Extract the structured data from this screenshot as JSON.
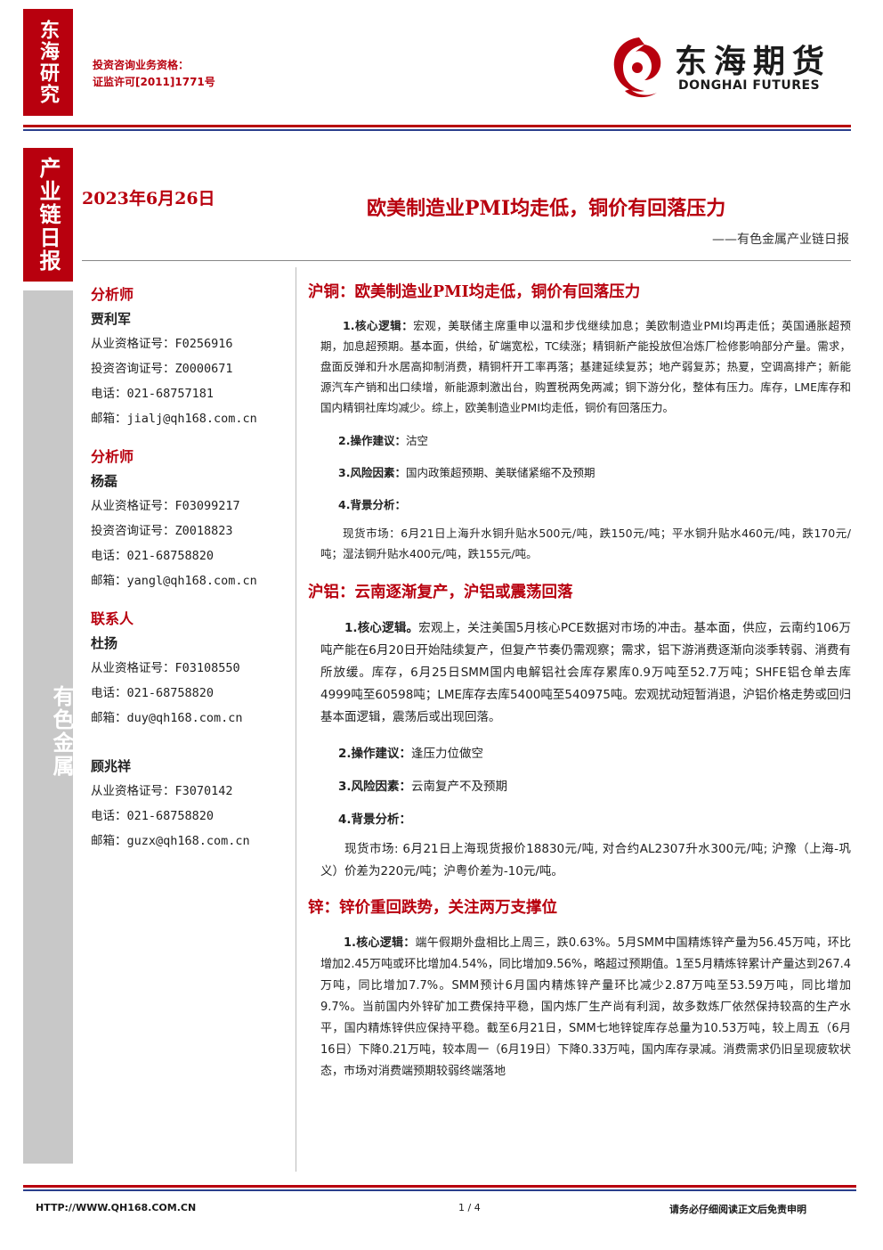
{
  "tabs": {
    "research": "东海研究",
    "report_type": "产业链日报",
    "sector": "有色金属"
  },
  "license": {
    "line1": "投资咨询业务资格：",
    "line2": "证监许可[2011]1771号"
  },
  "logo": {
    "cn": "东海期货",
    "en": "DONGHAI FUTURES"
  },
  "header": {
    "date": "2023年6月26日",
    "title": "欧美制造业PMI均走低，铜价有回落压力",
    "subtitle": "——有色金属产业链日报"
  },
  "sidebar": [
    {
      "head": "分析师",
      "name": "贾利军",
      "lines": [
        "从业资格证号：F0256916",
        "投资咨询证号：Z0000671",
        "电话：021-68757181",
        "邮箱：jialj@qh168.com.cn"
      ]
    },
    {
      "head": "分析师",
      "name": "杨磊",
      "lines": [
        "从业资格证号：F03099217",
        "投资咨询证号：Z0018823",
        "电话：021-68758820",
        "邮箱：yangl@qh168.com.cn"
      ]
    },
    {
      "head": "联系人",
      "name": "杜扬",
      "lines": [
        "从业资格证号：F03108550",
        "电话：021-68758820",
        "邮箱：duy@qh168.com.cn"
      ]
    },
    {
      "head": "",
      "name": "顾兆祥",
      "lines": [
        "从业资格证号：F3070142",
        "电话：021-68758820",
        "邮箱：guzx@qh168.com.cn"
      ]
    }
  ],
  "sections": {
    "copper": {
      "head": "沪铜：欧美制造业PMI均走低，铜价有回落压力",
      "logic_label": "1.核心逻辑：",
      "logic_text": "宏观，美联储主席重申以温和步伐继续加息；美欧制造业PMI均再走低；英国通胀超预期，加息超预期。基本面，供给，矿端宽松，TC续涨；精铜新产能投放但冶炼厂检修影响部分产量。需求，盘面反弹和升水居高抑制消费，精铜杆开工率再落；基建延续复苏；地产弱复苏；热夏，空调高排产；新能源汽车产销和出口续增，新能源刺激出台，购置税两免两减；铜下游分化，整体有压力。库存，LME库存和国内精铜社库均减少。综上，欧美制造业PMI均走低，铜价有回落压力。",
      "op_label": "2.操作建议：",
      "op_text": "沽空",
      "risk_label": "3.风险因素：",
      "risk_text": "国内政策超预期、美联储紧缩不及预期",
      "bg_label": "4.背景分析：",
      "bg_text": "现货市场：6月21日上海升水铜升贴水500元/吨，跌150元/吨；平水铜升贴水460元/吨，跌170元/吨；湿法铜升贴水400元/吨，跌155元/吨。"
    },
    "aluminum": {
      "head": "沪铝：云南逐渐复产，沪铝或震荡回落",
      "logic_label": "1.核心逻辑。",
      "logic_text": "宏观上，关注美国5月核心PCE数据对市场的冲击。基本面，供应，云南约106万吨产能在6月20日开始陆续复产，但复产节奏仍需观察；需求，铝下游消费逐渐向淡季转弱、消费有所放缓。库存，6月25日SMM国内电解铝社会库存累库0.9万吨至52.7万吨；SHFE铝仓单去库4999吨至60598吨；LME库存去库5400吨至540975吨。宏观扰动短暂消退，沪铝价格走势或回归基本面逻辑，震荡后或出现回落。",
      "op_label": "2.操作建议：",
      "op_text": "逢压力位做空",
      "risk_label": "3.风险因素：",
      "risk_text": "云南复产不及预期",
      "bg_label": "4.背景分析：",
      "bg_text": "现货市场: 6月21日上海现货报价18830元/吨, 对合约AL2307升水300元/吨; 沪豫（上海-巩义）价差为220元/吨；沪粤价差为-10元/吨。"
    },
    "zinc": {
      "head": "锌：锌价重回跌势，关注两万支撑位",
      "logic_label": "1.核心逻辑：",
      "logic_text": "端午假期外盘相比上周三，跌0.63%。5月SMM中国精炼锌产量为56.45万吨，环比增加2.45万吨或环比增加4.54%，同比增加9.56%，略超过预期值。1至5月精炼锌累计产量达到267.4万吨，同比增加7.7%。SMM预计6月国内精炼锌产量环比减少2.87万吨至53.59万吨，同比增加9.7%。当前国内外锌矿加工费保持平稳，国内炼厂生产尚有利润，故多数炼厂依然保持较高的生产水平，国内精炼锌供应保持平稳。截至6月21日，SMM七地锌锭库存总量为10.53万吨，较上周五（6月16日）下降0.21万吨，较本周一（6月19日）下降0.33万吨，国内库存录减。消费需求仍旧呈现疲软状态，市场对消费端预期较弱终端落地"
    }
  },
  "footer": {
    "url": "HTTP://WWW.QH168.COM.CN",
    "page": "1 / 4",
    "disclaimer": "请务必仔细阅读正文后免责申明"
  }
}
